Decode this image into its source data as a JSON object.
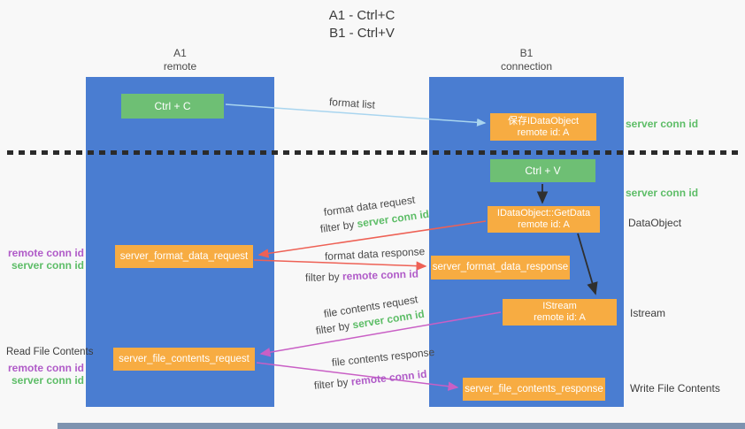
{
  "title": {
    "line1": "A1 - Ctrl+C",
    "line2": "B1 - Ctrl+V"
  },
  "lanes": {
    "left": {
      "header1": "A1",
      "header2": "remote"
    },
    "right": {
      "header1": "B1",
      "header2": "connection"
    }
  },
  "boxes": {
    "ctrl_c": {
      "label": "Ctrl + C"
    },
    "ctrl_v": {
      "label": "Ctrl + V"
    },
    "save_dataobject": {
      "line1": "保存IDataObject",
      "line2": "remote id: A"
    },
    "getdata": {
      "line1": "IDataObject::GetData",
      "line2": "remote id: A"
    },
    "istream": {
      "line1": "IStream",
      "line2": "remote id: A"
    },
    "format_request": {
      "label": "server_format_data_request"
    },
    "format_response": {
      "label": "server_format_data_response"
    },
    "file_request": {
      "label": "server_file_contents_request"
    },
    "file_response": {
      "label": "server_file_contents_response"
    }
  },
  "arrow_labels": {
    "format_list": "format list",
    "format_data_request": "format data request",
    "format_data_response": "format data response",
    "file_contents_request": "file contents request",
    "file_contents_response": "file contents response",
    "filter_by": "filter by ",
    "server_conn_id": "server conn id",
    "remote_conn_id": "remote conn id"
  },
  "side_labels": {
    "server_conn_id": "server conn id",
    "remote_conn_id": "remote conn id",
    "dataobject": "DataObject",
    "istream": "Istream",
    "read_file_contents": "Read File Contents",
    "write_file_contents": "Write File Contents"
  },
  "colors": {
    "lane_blue": "#4a7dd1",
    "box_green": "#6ebf74",
    "box_orange": "#f7ac42",
    "arrow_lightblue": "#a9d5ef",
    "arrow_red": "#ee6155",
    "arrow_magenta": "#c95fc5",
    "arrow_black": "#2f2f2f",
    "text_green": "#5dbd67",
    "text_purple": "#b05bc8",
    "dashed_line": "#2b2b2b",
    "bottom_bar": "#7e93b0"
  }
}
